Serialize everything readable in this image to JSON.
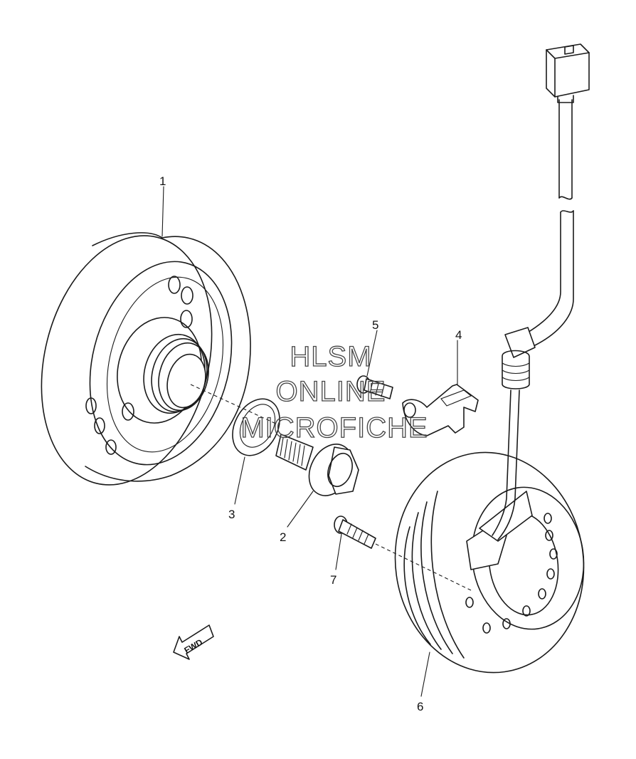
{
  "watermark": {
    "line1": "HLSM",
    "line2": "ONLINE",
    "line3": "MICROFICHE"
  },
  "direction_marker": {
    "text": "FWD",
    "icon": "fwd-arrow-icon"
  },
  "callouts": [
    {
      "number": "1"
    },
    {
      "number": "2"
    },
    {
      "number": "3"
    },
    {
      "number": "4"
    },
    {
      "number": "5"
    },
    {
      "number": "6"
    },
    {
      "number": "7"
    }
  ]
}
